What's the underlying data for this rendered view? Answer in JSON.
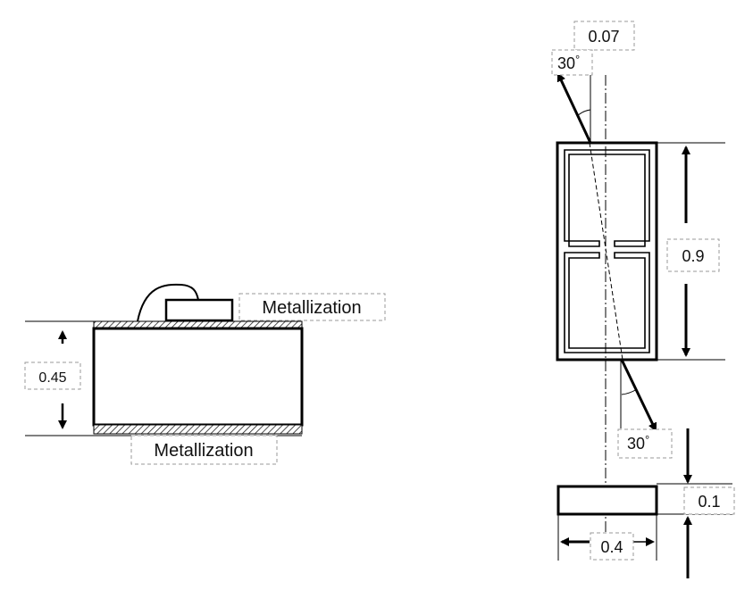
{
  "left_view": {
    "top_label": "Metallization",
    "bottom_label": "Metallization",
    "thickness": "0.45"
  },
  "right_view": {
    "offset": "0.07",
    "angle_top": "30",
    "angle_bottom": "30",
    "degree_symbol": "°",
    "height": "0.9",
    "thickness": "0.1",
    "width": "0.4"
  }
}
